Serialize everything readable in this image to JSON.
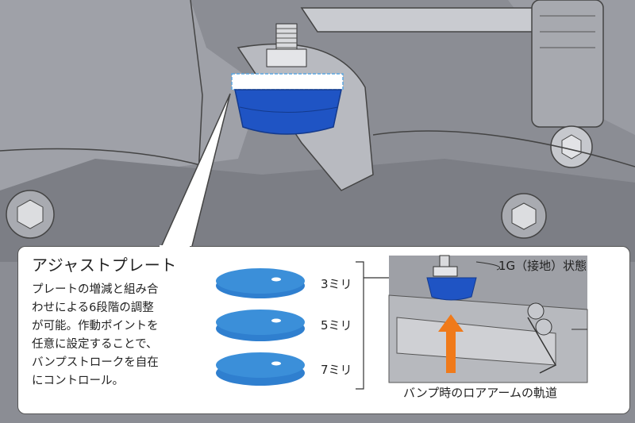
{
  "callout": {
    "title": "アジャストプレート",
    "description_lines": [
      "プレートの増減と組み合",
      "わせによる6段階の調整",
      "が可能。作動ポイントを",
      "任意に設定することで、",
      "バンプストロークを自在",
      "にコントロール。"
    ]
  },
  "plates": [
    {
      "thickness_label": "3ミリ"
    },
    {
      "thickness_label": "5ミリ"
    },
    {
      "thickness_label": "7ミリ"
    }
  ],
  "inset": {
    "state_label": "1G（接地）状態",
    "trajectory_label": "バンプ時のロアアームの軌道"
  },
  "colors": {
    "background_gray": "#8a8c93",
    "bump_stop_blue": "#1f54c4",
    "plate_blue": "#3b8fd9",
    "arrow_orange": "#f07a1a"
  }
}
